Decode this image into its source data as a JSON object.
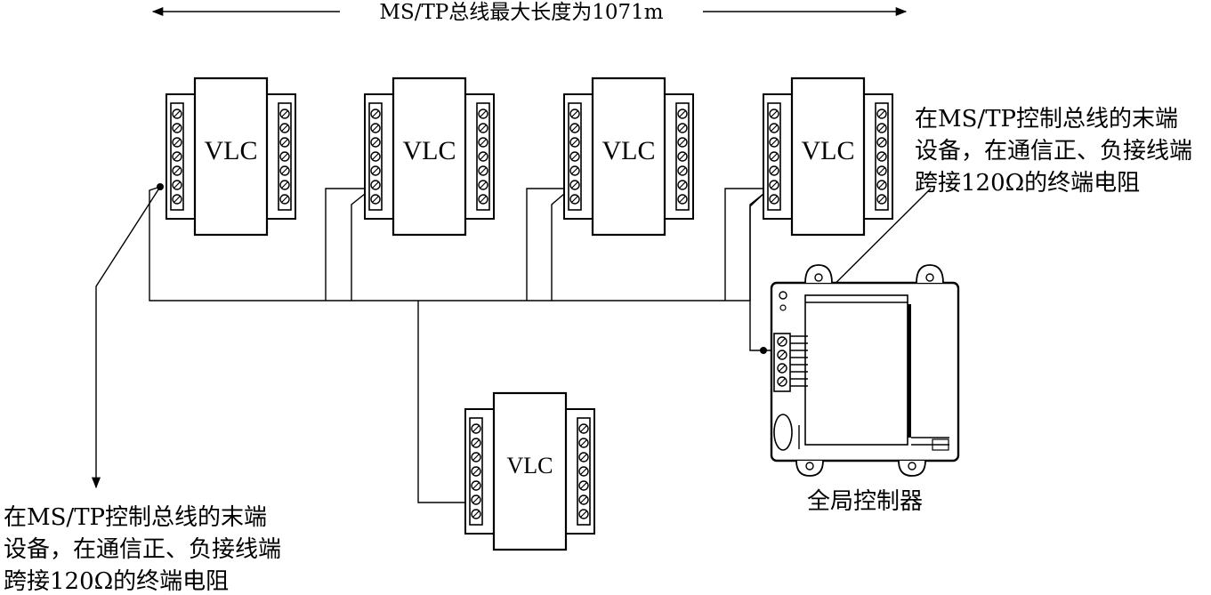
{
  "title": "MS/TP总线最大长度为1071m",
  "vlc_label": "VLC",
  "controller_label": "全局控制器",
  "note_left": [
    "在MS/TP控制总线的末端",
    "设备，在通信正、负接线端",
    "跨接120Ω的终端电阻"
  ],
  "note_right": [
    "在MS/TP控制总线的末端",
    "设备，在通信正、负接线端",
    "跨接120Ω的终端电阻"
  ],
  "icons": [
    "arrow-icon",
    "terminal-screw-icon",
    "junction-dot-icon"
  ]
}
